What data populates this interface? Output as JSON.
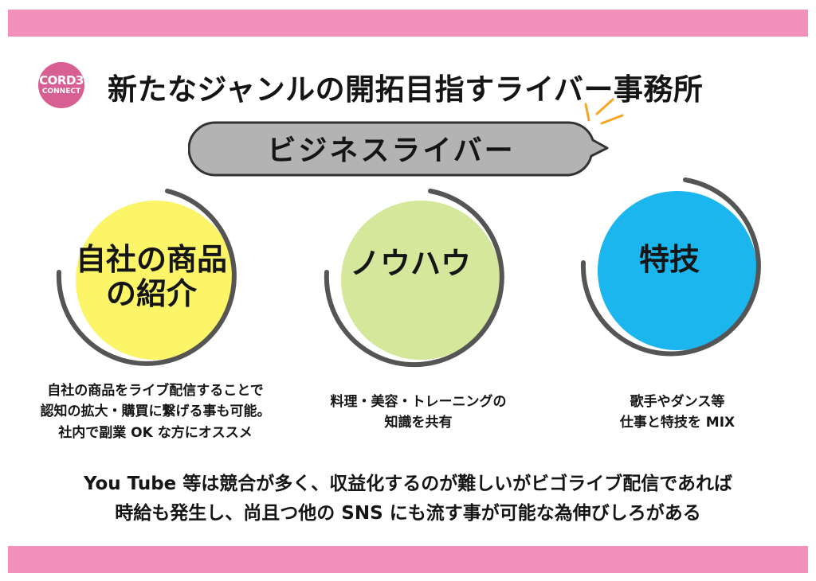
{
  "logo": {
    "line1": "CORD3",
    "line2": "CONNECT"
  },
  "title": "新たなジャンルの開拓目指すライバー事務所",
  "banner": {
    "label": "ビジネスライバー"
  },
  "features": [
    {
      "label_line1": "自社の商品",
      "label_line2": "の紹介",
      "desc_line1": "自社の商品をライブ配信することで",
      "desc_line2": "認知の拡大・購買に繋げる事も可能。",
      "desc_line3": "社内で副業 OK な方にオススメ",
      "color": "#fcf568"
    },
    {
      "label_line1": "ノウハウ",
      "desc_line1": "料理・美容・トレーニングの",
      "desc_line2": "知識を共有",
      "color": "#d5e79b"
    },
    {
      "label_line1": "特技",
      "desc_line1": "歌手やダンス等",
      "desc_line2": "仕事と特技を MIX",
      "color": "#1bb6ee"
    }
  ],
  "summary": {
    "line1": "You Tube 等は競合が多く、収益化するのが難しいがビゴライブ配信であれば",
    "line2": "時給も発生し、尚且つ他の SNS にも流す事が可能な為伸びしろがある"
  },
  "colors": {
    "band": "#f291bb",
    "logo": "#d85f93",
    "banner": "#b3b3b3",
    "arc": "#555555",
    "spark": "#f5a623"
  }
}
